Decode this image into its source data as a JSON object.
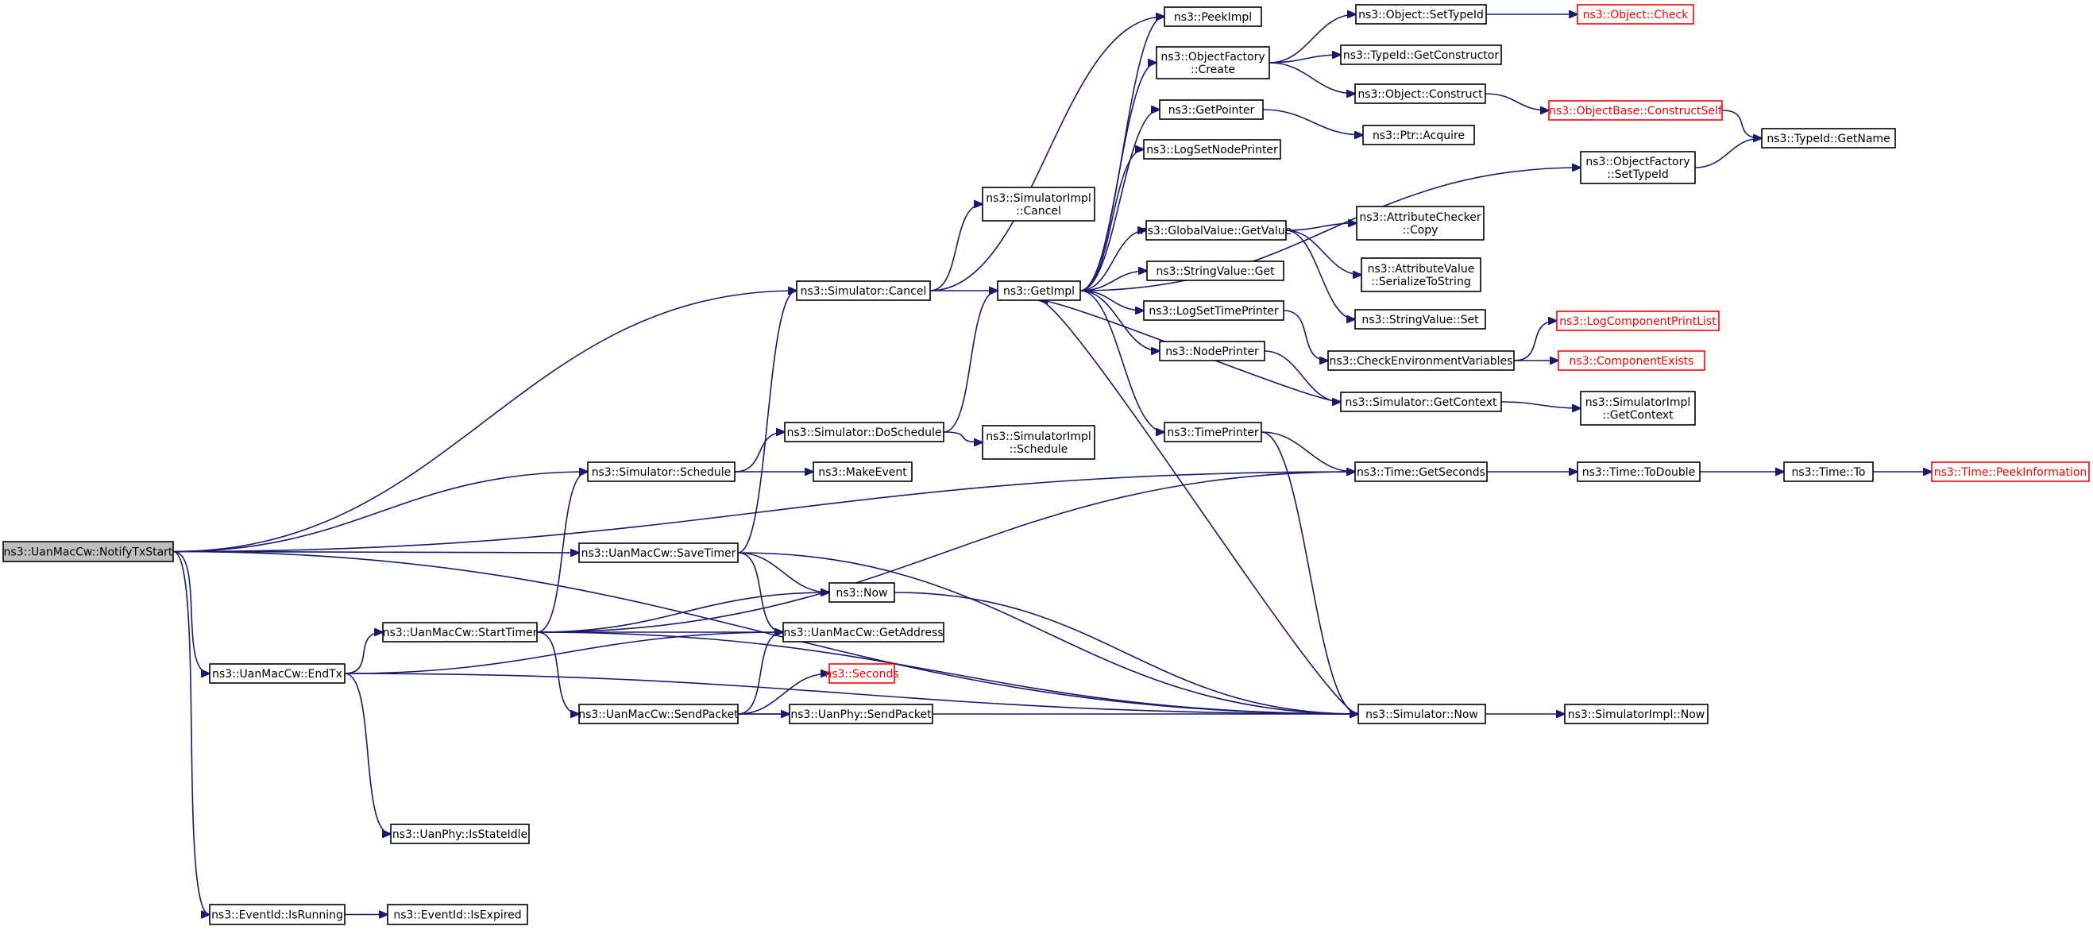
{
  "nodes": [
    {
      "id": "notify",
      "lines": [
        "ns3::UanMacCw::NotifyTxStart"
      ],
      "root": true
    },
    {
      "id": "cancel",
      "lines": [
        "ns3::Simulator::Cancel"
      ]
    },
    {
      "id": "schedule",
      "lines": [
        "ns3::Simulator::Schedule"
      ]
    },
    {
      "id": "savetimer",
      "lines": [
        "ns3::UanMacCw::SaveTimer"
      ]
    },
    {
      "id": "endtx",
      "lines": [
        "ns3::UanMacCw::EndTx"
      ]
    },
    {
      "id": "isrunning",
      "lines": [
        "ns3::EventId::IsRunning"
      ]
    },
    {
      "id": "isexpired",
      "lines": [
        "ns3::EventId::IsExpired"
      ]
    },
    {
      "id": "starttimer",
      "lines": [
        "ns3::UanMacCw::StartTimer"
      ]
    },
    {
      "id": "isstateidle",
      "lines": [
        "ns3::UanPhy::IsStateIdle"
      ]
    },
    {
      "id": "sendpacket",
      "lines": [
        "ns3::UanMacCw::SendPacket"
      ]
    },
    {
      "id": "now",
      "lines": [
        "ns3::Now"
      ]
    },
    {
      "id": "getaddress",
      "lines": [
        "ns3::UanMacCw::GetAddress"
      ]
    },
    {
      "id": "seconds",
      "lines": [
        "ns3::Seconds"
      ],
      "truncated": true
    },
    {
      "id": "physend",
      "lines": [
        "ns3::UanPhy::SendPacket"
      ]
    },
    {
      "id": "doschedule",
      "lines": [
        "ns3::Simulator::DoSchedule"
      ]
    },
    {
      "id": "makeevent",
      "lines": [
        "ns3::MakeEvent"
      ]
    },
    {
      "id": "simimplcancel",
      "lines": [
        "ns3::SimulatorImpl",
        "::Cancel"
      ]
    },
    {
      "id": "simimplschedule",
      "lines": [
        "ns3::SimulatorImpl",
        "::Schedule"
      ]
    },
    {
      "id": "getimpl",
      "lines": [
        "ns3::GetImpl"
      ]
    },
    {
      "id": "peekimpl",
      "lines": [
        "ns3::PeekImpl"
      ]
    },
    {
      "id": "objfactorycreate",
      "lines": [
        "ns3::ObjectFactory",
        "::Create"
      ]
    },
    {
      "id": "getpointer",
      "lines": [
        "ns3::GetPointer"
      ]
    },
    {
      "id": "logsetnodeprinter",
      "lines": [
        "ns3::LogSetNodePrinter"
      ]
    },
    {
      "id": "globalvalue",
      "lines": [
        "ns3::GlobalValue::GetValue"
      ]
    },
    {
      "id": "stringvalueget",
      "lines": [
        "ns3::StringValue::Get"
      ]
    },
    {
      "id": "logsettimeprinter",
      "lines": [
        "ns3::LogSetTimePrinter"
      ]
    },
    {
      "id": "nodeprinter",
      "lines": [
        "ns3::NodePrinter"
      ]
    },
    {
      "id": "timeprinter",
      "lines": [
        "ns3::TimePrinter"
      ]
    },
    {
      "id": "objsettypeid",
      "lines": [
        "ns3::Object::SetTypeId"
      ]
    },
    {
      "id": "objcheck",
      "lines": [
        "ns3::Object::Check"
      ],
      "truncated": true
    },
    {
      "id": "typeidgetctor",
      "lines": [
        "ns3::TypeId::GetConstructor"
      ]
    },
    {
      "id": "objconstruct",
      "lines": [
        "ns3::Object::Construct"
      ]
    },
    {
      "id": "objbaseconstructself",
      "lines": [
        "ns3::ObjectBase::ConstructSelf"
      ],
      "truncated": true
    },
    {
      "id": "typeidgetname",
      "lines": [
        "ns3::TypeId::GetName"
      ]
    },
    {
      "id": "ptracquire",
      "lines": [
        "ns3::Ptr::Acquire"
      ]
    },
    {
      "id": "objfactorysettypeid",
      "lines": [
        "ns3::ObjectFactory",
        "::SetTypeId"
      ]
    },
    {
      "id": "attrcheckercopy",
      "lines": [
        "ns3::AttributeChecker",
        "::Copy"
      ]
    },
    {
      "id": "attrvalueserialize",
      "lines": [
        "ns3::AttributeValue",
        "::SerializeToString"
      ]
    },
    {
      "id": "stringvalueset",
      "lines": [
        "ns3::StringValue::Set"
      ]
    },
    {
      "id": "checkenv",
      "lines": [
        "ns3::CheckEnvironmentVariables"
      ]
    },
    {
      "id": "logcompprintlist",
      "lines": [
        "ns3::LogComponentPrintList"
      ],
      "truncated": true
    },
    {
      "id": "compexists",
      "lines": [
        "ns3::ComponentExists"
      ],
      "truncated": true
    },
    {
      "id": "simgetcontext",
      "lines": [
        "ns3::Simulator::GetContext"
      ]
    },
    {
      "id": "simimplgetcontext",
      "lines": [
        "ns3::SimulatorImpl",
        "::GetContext"
      ]
    },
    {
      "id": "timegetseconds",
      "lines": [
        "ns3::Time::GetSeconds"
      ]
    },
    {
      "id": "timetodouble",
      "lines": [
        "ns3::Time::ToDouble"
      ]
    },
    {
      "id": "timeto",
      "lines": [
        "ns3::Time::To"
      ]
    },
    {
      "id": "timepeekinfo",
      "lines": [
        "ns3::Time::PeekInformation"
      ],
      "truncated": true
    },
    {
      "id": "simnow",
      "lines": [
        "ns3::Simulator::Now"
      ]
    },
    {
      "id": "simimplnow",
      "lines": [
        "ns3::SimulatorImpl::Now"
      ]
    }
  ],
  "edges": [
    [
      "notify",
      "cancel"
    ],
    [
      "notify",
      "schedule"
    ],
    [
      "notify",
      "savetimer"
    ],
    [
      "notify",
      "endtx"
    ],
    [
      "notify",
      "isrunning"
    ],
    [
      "notify",
      "timegetseconds"
    ],
    [
      "notify",
      "simnow"
    ],
    [
      "isrunning",
      "isexpired"
    ],
    [
      "endtx",
      "starttimer"
    ],
    [
      "endtx",
      "getaddress"
    ],
    [
      "endtx",
      "isstateidle"
    ],
    [
      "endtx",
      "simnow"
    ],
    [
      "starttimer",
      "schedule"
    ],
    [
      "starttimer",
      "now"
    ],
    [
      "starttimer",
      "getaddress"
    ],
    [
      "starttimer",
      "sendpacket"
    ],
    [
      "starttimer",
      "timegetseconds"
    ],
    [
      "starttimer",
      "simnow"
    ],
    [
      "savetimer",
      "cancel"
    ],
    [
      "savetimer",
      "now"
    ],
    [
      "savetimer",
      "getaddress"
    ],
    [
      "savetimer",
      "simnow"
    ],
    [
      "sendpacket",
      "getaddress"
    ],
    [
      "sendpacket",
      "seconds"
    ],
    [
      "sendpacket",
      "physend"
    ],
    [
      "sendpacket",
      "simnow"
    ],
    [
      "now",
      "simnow"
    ],
    [
      "schedule",
      "doschedule"
    ],
    [
      "schedule",
      "makeevent"
    ],
    [
      "doschedule",
      "getimpl"
    ],
    [
      "doschedule",
      "simimplschedule"
    ],
    [
      "cancel",
      "simimplcancel"
    ],
    [
      "cancel",
      "getimpl"
    ],
    [
      "cancel",
      "peekimpl"
    ],
    [
      "getimpl",
      "peekimpl"
    ],
    [
      "getimpl",
      "objfactorycreate"
    ],
    [
      "getimpl",
      "getpointer"
    ],
    [
      "getimpl",
      "logsetnodeprinter"
    ],
    [
      "getimpl",
      "objfactorysettypeid"
    ],
    [
      "getimpl",
      "globalvalue"
    ],
    [
      "getimpl",
      "stringvalueget"
    ],
    [
      "getimpl",
      "logsettimeprinter"
    ],
    [
      "getimpl",
      "nodeprinter"
    ],
    [
      "getimpl",
      "timeprinter"
    ],
    [
      "objfactorycreate",
      "objsettypeid"
    ],
    [
      "objfactorycreate",
      "typeidgetctor"
    ],
    [
      "objfactorycreate",
      "objconstruct"
    ],
    [
      "objsettypeid",
      "objcheck"
    ],
    [
      "objconstruct",
      "objbaseconstructself"
    ],
    [
      "objbaseconstructself",
      "typeidgetname"
    ],
    [
      "getpointer",
      "ptracquire"
    ],
    [
      "objfactorysettypeid",
      "typeidgetname"
    ],
    [
      "globalvalue",
      "attrcheckercopy"
    ],
    [
      "globalvalue",
      "attrvalueserialize"
    ],
    [
      "globalvalue",
      "stringvalueset"
    ],
    [
      "logsettimeprinter",
      "checkenv"
    ],
    [
      "checkenv",
      "logcompprintlist"
    ],
    [
      "checkenv",
      "compexists"
    ],
    [
      "nodeprinter",
      "simgetcontext"
    ],
    [
      "simgetcontext",
      "getimpl"
    ],
    [
      "simgetcontext",
      "simimplgetcontext"
    ],
    [
      "timeprinter",
      "timegetseconds"
    ],
    [
      "timeprinter",
      "simnow"
    ],
    [
      "timegetseconds",
      "timetodouble"
    ],
    [
      "timetodouble",
      "timeto"
    ],
    [
      "timeto",
      "timepeekinfo"
    ],
    [
      "simnow",
      "getimpl"
    ],
    [
      "simnow",
      "simimplnow"
    ]
  ]
}
